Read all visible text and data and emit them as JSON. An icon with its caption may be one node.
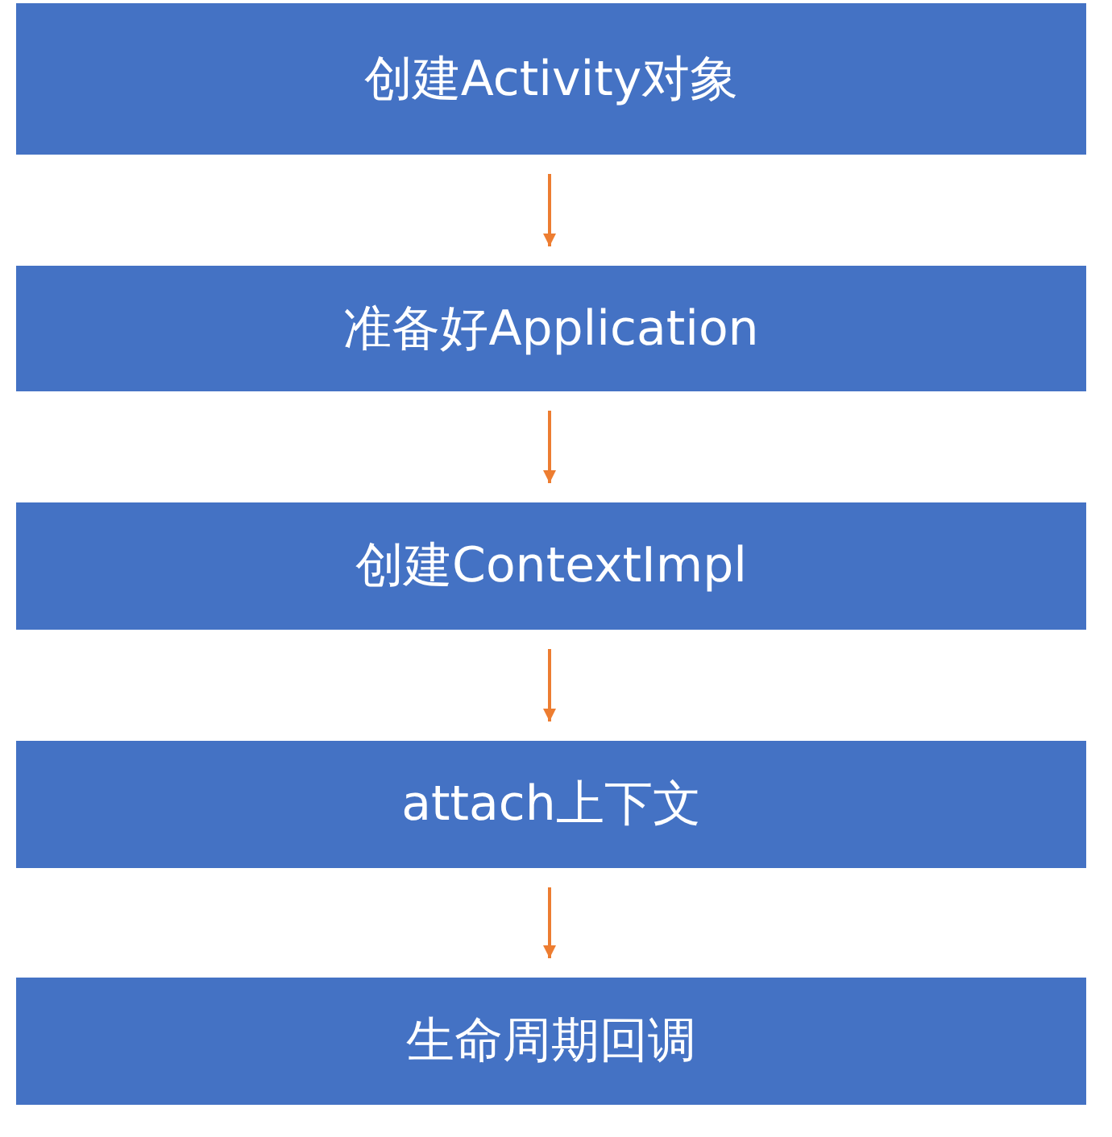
{
  "diagram": {
    "nodes": [
      {
        "text": [
          "创建Activity对象"
        ]
      },
      {
        "text": [
          "准备好Application"
        ]
      },
      {
        "text": [
          "创建ContextImpl"
        ]
      },
      {
        "text": [
          "attach上下文"
        ]
      },
      {
        "text": [
          "生命周期回调"
        ]
      }
    ],
    "edges": [
      {
        "from": 0,
        "to": 1,
        "arrow": "to"
      },
      {
        "from": 1,
        "to": 2,
        "arrow": "to"
      },
      {
        "from": 2,
        "to": 3,
        "arrow": "to"
      },
      {
        "from": 3,
        "to": 4,
        "arrow": "to"
      }
    ]
  }
}
